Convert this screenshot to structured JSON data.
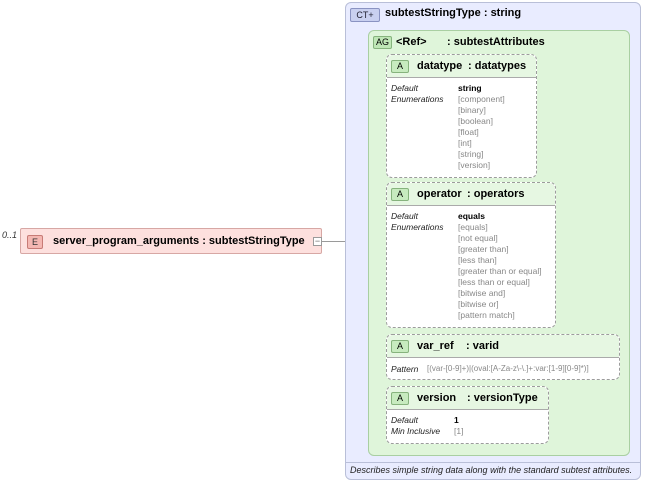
{
  "element": {
    "occurrence": "0..1",
    "badge": "E",
    "name": "server_program_arguments",
    "type_sep": ":",
    "type": "subtestStringType"
  },
  "complex_type": {
    "badge": "CT",
    "name": "subtestStringType",
    "type_sep": ":",
    "base": "string",
    "description": "Describes simple string data along with the standard subtest attributes."
  },
  "attribute_group": {
    "badge": "AG",
    "ref": "<Ref>",
    "type_sep": ":",
    "name": "subtestAttributes"
  },
  "attributes": [
    {
      "badge": "A",
      "name": "datatype",
      "type_sep": ":",
      "type": "datatypes",
      "default_label": "Default",
      "default": "string",
      "enum_label": "Enumerations",
      "enumerations": [
        "[component]",
        "[binary]",
        "[boolean]",
        "[float]",
        "[int]",
        "[string]",
        "[version]"
      ]
    },
    {
      "badge": "A",
      "name": "operator",
      "type_sep": ":",
      "type": "operators",
      "default_label": "Default",
      "default": "equals",
      "enum_label": "Enumerations",
      "enumerations": [
        "[equals]",
        "[not equal]",
        "[greater than]",
        "[less than]",
        "[greater than or equal]",
        "[less than or equal]",
        "[bitwise and]",
        "[bitwise or]",
        "[pattern match]"
      ]
    },
    {
      "badge": "A",
      "name": "var_ref",
      "type_sep": ":",
      "type": "varid",
      "pattern_label": "Pattern",
      "pattern": "[(var-[0-9]+)|(oval:[A-Za-z\\-\\.]+:var:[1-9][0-9]*)]"
    },
    {
      "badge": "A",
      "name": "version",
      "type_sep": ":",
      "type": "versionType",
      "default_label": "Default",
      "default": "1",
      "min_label": "Min Inclusive",
      "min": "[1]"
    }
  ]
}
